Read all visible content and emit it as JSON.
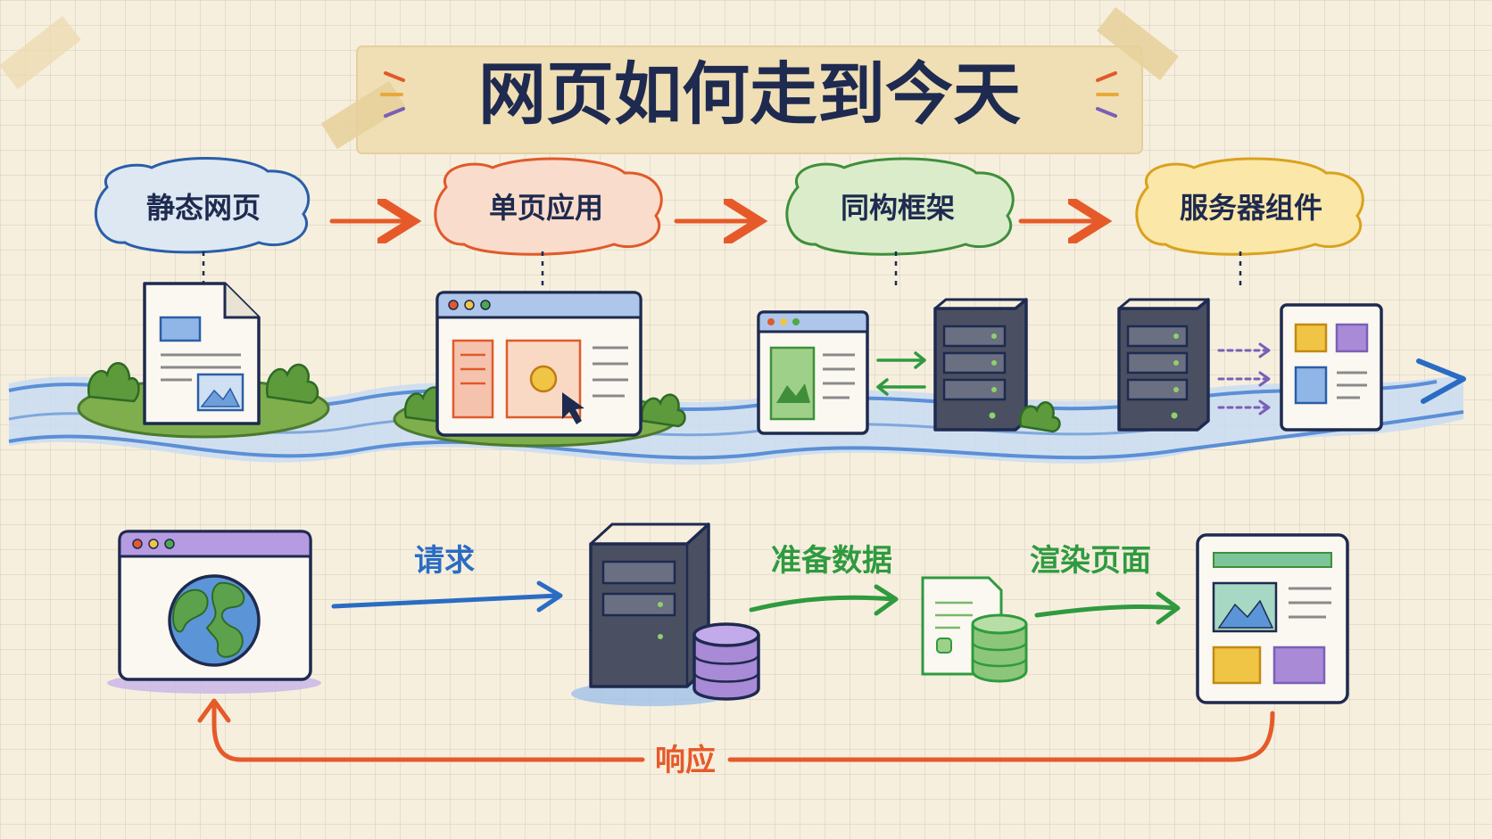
{
  "title": "网页如何走到今天",
  "eras": [
    {
      "label": "静态网页",
      "color": "#2a5ea8",
      "fill": "#dde8f3"
    },
    {
      "label": "单页应用",
      "color": "#e05a2b",
      "fill": "#f9dccb"
    },
    {
      "label": "同构框架",
      "color": "#3f8f3a",
      "fill": "#dbeccb"
    },
    {
      "label": "服务器组件",
      "color": "#d9a21e",
      "fill": "#fbe7a8"
    }
  ],
  "flow": {
    "request_label": "请求",
    "prepare_label": "准备数据",
    "render_label": "渲染页面",
    "response_label": "响应"
  },
  "colors": {
    "ink": "#1e2a4f",
    "blue": "#2a6cc4",
    "green": "#2f9a3f",
    "orange": "#e65a2a",
    "purple": "#8a6ac0",
    "yellow": "#f0c445",
    "river": "#7fa7dc"
  }
}
